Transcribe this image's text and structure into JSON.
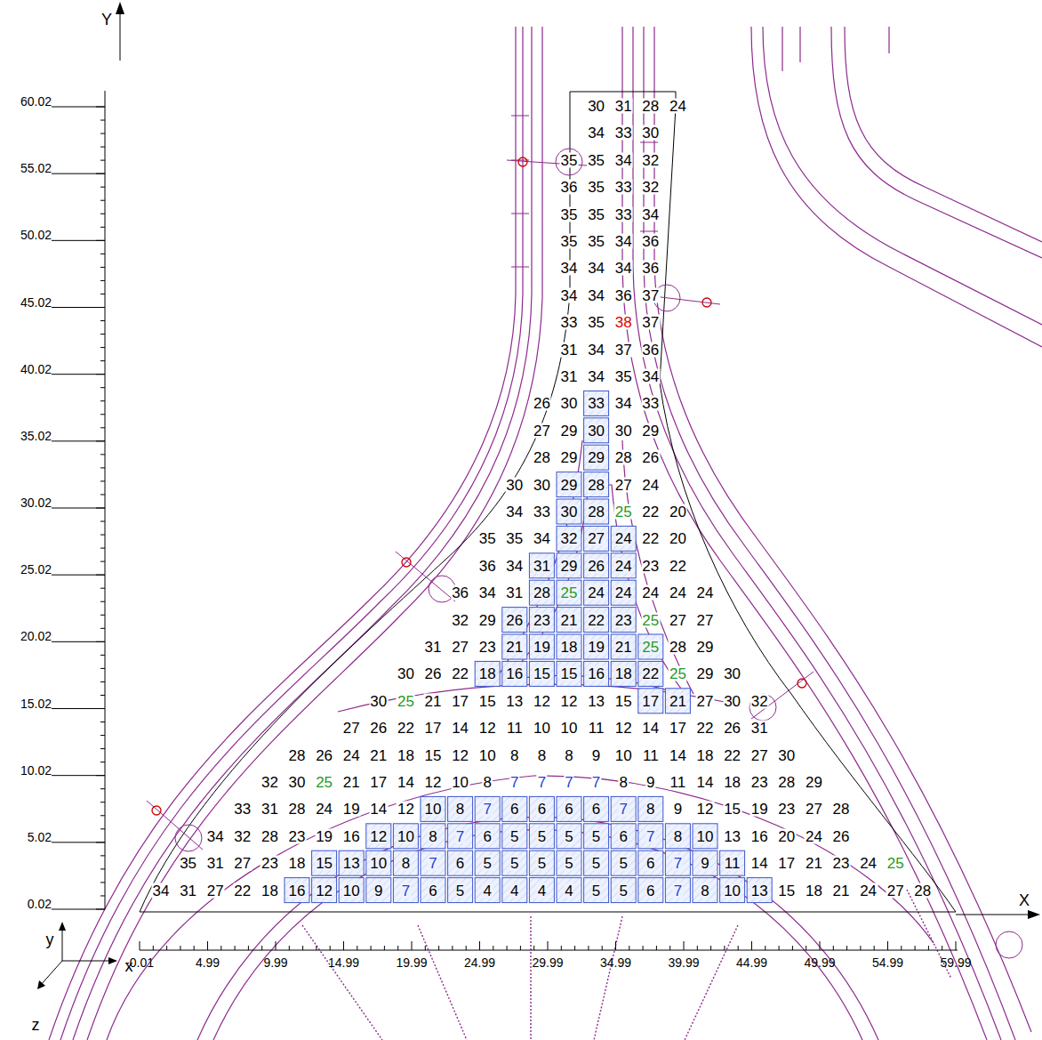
{
  "diagram": {
    "labels": [
      "30",
      "31",
      "28",
      "24",
      "34",
      "33",
      "30",
      "35",
      "35",
      "34",
      "32",
      "36",
      "35",
      "33",
      "32",
      "35",
      "35",
      "33",
      "34",
      "35",
      "35",
      "34",
      "36",
      "34",
      "34",
      "34",
      "36",
      "34",
      "34",
      "36",
      "37",
      "33",
      "35",
      "38",
      "37",
      "31",
      "34",
      "37",
      "36",
      "31",
      "34",
      "35",
      "34",
      "26",
      "30",
      "33",
      "34",
      "33",
      "27",
      "29",
      "30",
      "30",
      "29",
      "28",
      "29",
      "29",
      "28",
      "26",
      "30",
      "30",
      "29",
      "28",
      "27",
      "24",
      "34",
      "33",
      "30",
      "28",
      "25",
      "22",
      "20",
      "35",
      "35",
      "34",
      "32",
      "27",
      "24",
      "22",
      "20",
      "36",
      "34",
      "31",
      "29",
      "26",
      "24",
      "23",
      "22",
      "36",
      "34",
      "31",
      "28",
      "25",
      "24",
      "24",
      "24",
      "24",
      "24",
      "32",
      "29",
      "26",
      "23",
      "21",
      "22",
      "23",
      "25",
      "27",
      "27",
      "31",
      "27",
      "23",
      "21",
      "19",
      "18",
      "19",
      "21",
      "25",
      "28",
      "29",
      "30",
      "26",
      "22",
      "18",
      "16",
      "15",
      "15",
      "16",
      "18",
      "22",
      "25",
      "29",
      "30",
      "30",
      "25",
      "21",
      "17",
      "15",
      "13",
      "12",
      "12",
      "13",
      "15",
      "17",
      "21",
      "27",
      "30",
      "32",
      "27",
      "26",
      "22",
      "17",
      "14",
      "12",
      "11",
      "10",
      "10",
      "11",
      "12",
      "14",
      "17",
      "22",
      "26",
      "31",
      "28",
      "26",
      "24",
      "21",
      "18",
      "15",
      "12",
      "10",
      "8",
      "8",
      "8",
      "9",
      "10",
      "11",
      "14",
      "18",
      "22",
      "27",
      "30",
      "32",
      "30",
      "25",
      "21",
      "17",
      "14",
      "12",
      "10",
      "8",
      "7",
      "7",
      "7",
      "7",
      "8",
      "9",
      "11",
      "14",
      "18",
      "23",
      "28",
      "29",
      "33",
      "31",
      "28",
      "24",
      "19",
      "14",
      "12",
      "10",
      "8",
      "7",
      "6",
      "6",
      "6",
      "6",
      "7",
      "8",
      "9",
      "12",
      "15",
      "19",
      "23",
      "27",
      "28",
      "34",
      "32",
      "28",
      "23",
      "19",
      "16",
      "12",
      "10",
      "8",
      "7",
      "6",
      "5",
      "5",
      "5",
      "5",
      "6",
      "7",
      "8",
      "10",
      "13",
      "16",
      "20",
      "24",
      "26",
      "35",
      "31",
      "27",
      "23",
      "18",
      "15",
      "13",
      "10",
      "8",
      "7",
      "6",
      "5",
      "5",
      "5",
      "5",
      "5",
      "5",
      "6",
      "7",
      "9",
      "11",
      "14",
      "17",
      "21",
      "23",
      "24",
      "25",
      "34",
      "31",
      "27",
      "22",
      "18",
      "16",
      "12",
      "10",
      "9",
      "7",
      "6",
      "5",
      "4",
      "4",
      "4",
      "4",
      "5",
      "5",
      "6",
      "7",
      "8",
      "10",
      "13",
      "15",
      "18",
      "21",
      "24",
      "27",
      "28",
      "60.02",
      "55.02",
      "50.02",
      "45.02",
      "40.02",
      "35.02",
      "30.02",
      "25.02",
      "20.02",
      "15.02",
      "10.02",
      "5.02",
      "0.02",
      "-0.01",
      "4.99",
      "9.99",
      "14.99",
      "19.99",
      "24.99",
      "29.99",
      "34.99",
      "39.99",
      "44.99",
      "49.99",
      "54.99",
      "59.99",
      "Y",
      "X",
      "y",
      "x",
      "z"
    ]
  }
}
